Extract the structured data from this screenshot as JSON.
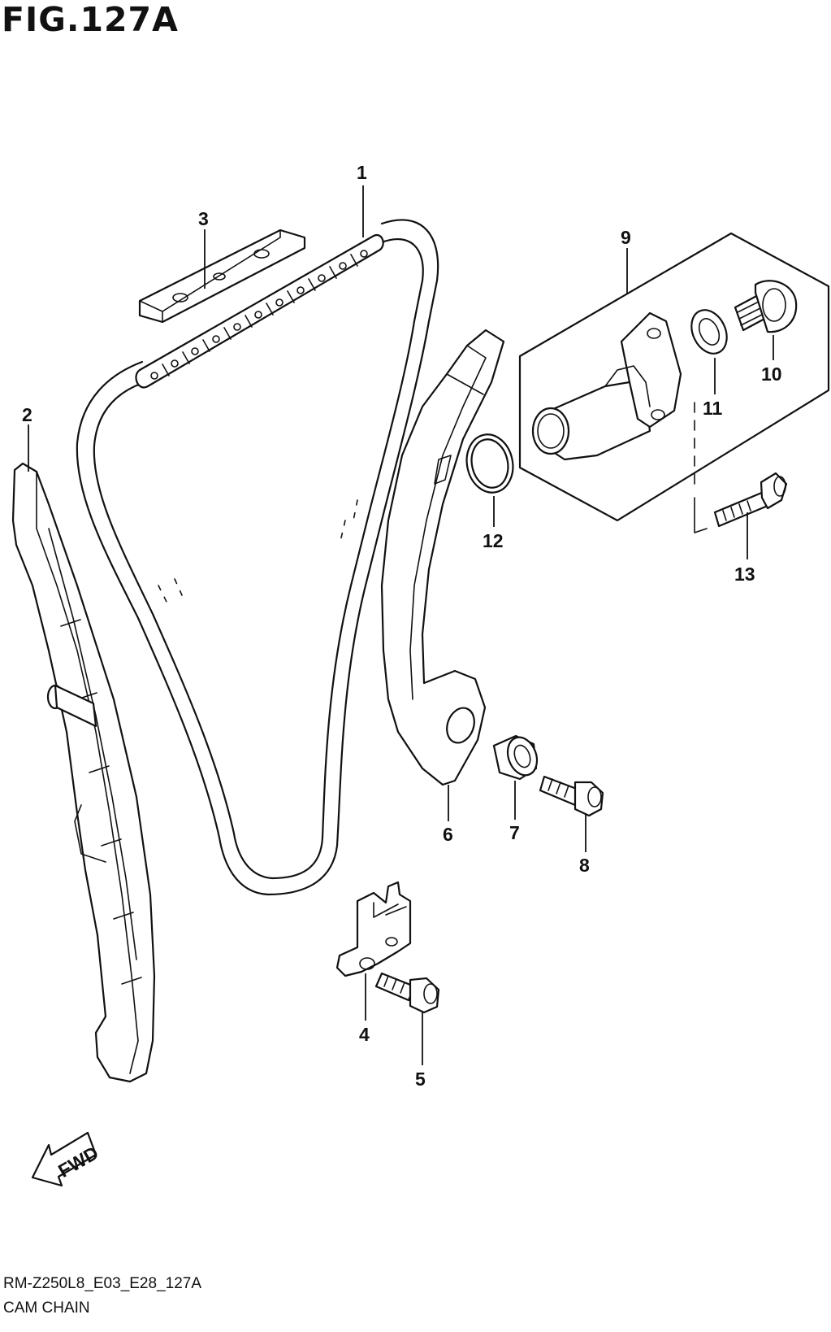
{
  "figure": {
    "title": "FIG.127A",
    "code": "RM-Z250L8_E03_E28_127A",
    "name": "CAM CHAIN"
  },
  "direction_marker": {
    "text": "FWD",
    "icon": "fwd-arrow-icon"
  },
  "parts": [
    {
      "number": "1",
      "item": "cam-chain"
    },
    {
      "number": "2",
      "item": "chain-guide"
    },
    {
      "number": "3",
      "item": "chain-guide-top"
    },
    {
      "number": "4",
      "item": "bracket"
    },
    {
      "number": "5",
      "item": "bolt"
    },
    {
      "number": "6",
      "item": "tensioner-arm"
    },
    {
      "number": "7",
      "item": "bushing"
    },
    {
      "number": "8",
      "item": "bolt"
    },
    {
      "number": "9",
      "item": "tensioner-assembly"
    },
    {
      "number": "10",
      "item": "plug-bolt"
    },
    {
      "number": "11",
      "item": "washer"
    },
    {
      "number": "12",
      "item": "o-ring"
    },
    {
      "number": "13",
      "item": "bolt"
    }
  ]
}
